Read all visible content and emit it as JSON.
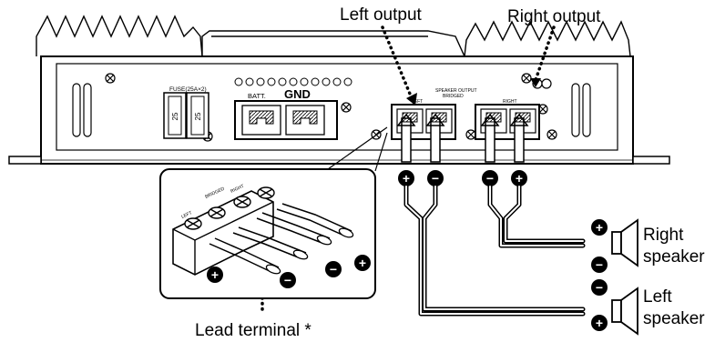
{
  "callouts": {
    "left_output": "Left output",
    "right_output": "Right output",
    "right_speaker_line1": "Right",
    "right_speaker_line2": "speaker",
    "left_speaker_line1": "Left",
    "left_speaker_line2": "speaker",
    "lead_terminal": "Lead terminal *"
  },
  "amp_panel": {
    "fuse_label": "FUSE(25A×2)",
    "fuse_value_1": "25",
    "fuse_value_2": "25",
    "batt_label": "BATT.",
    "gnd_label": "GND",
    "speaker_output_label": "SPEAKER OUTPUT",
    "bridged_label": "BRIDGED",
    "left_label": "LEFT",
    "right_label": "RIGHT"
  },
  "inset": {
    "bridged_label": "BRIDGED",
    "left_label": "LEFT",
    "right_label": "RIGHT"
  },
  "polarity": {
    "plus": "+",
    "minus": "−"
  },
  "colors": {
    "line": "#000000",
    "background": "#ffffff",
    "panel_fill": "#ffffff"
  }
}
